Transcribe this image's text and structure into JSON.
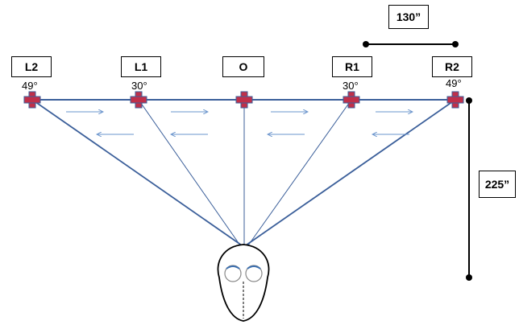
{
  "positions": [
    {
      "label": "L2",
      "angle": "49°"
    },
    {
      "label": "L1",
      "angle": "30°"
    },
    {
      "label": "O",
      "angle": ""
    },
    {
      "label": "R1",
      "angle": "30°"
    },
    {
      "label": "R2",
      "angle": "49°"
    }
  ],
  "dimensions": {
    "horizontal": "130”",
    "vertical": "225”"
  },
  "colors": {
    "line": "#3b5f9a",
    "arrow": "#6a94cc",
    "cross": "#c0304a",
    "cross_outline": "#3b5f9a"
  }
}
